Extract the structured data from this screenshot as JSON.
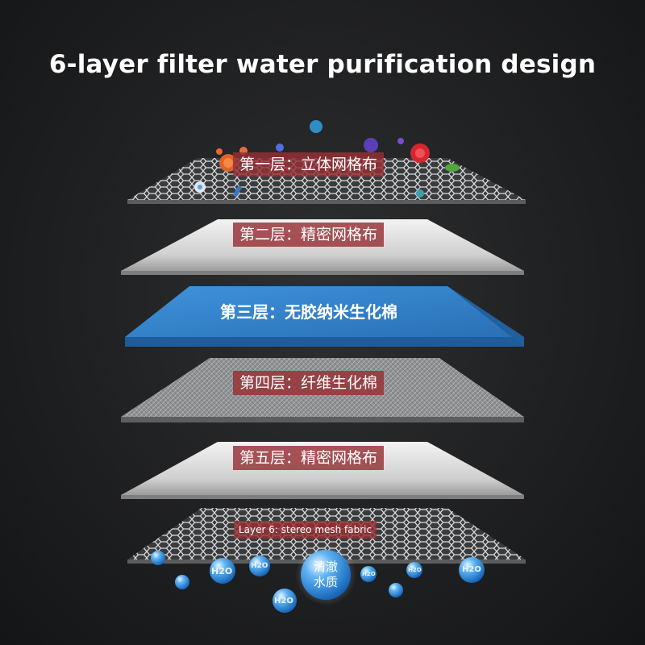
{
  "title": "6-layer filter water purification design",
  "layers": [
    {
      "label": "第一层：立体网格布",
      "material": "stereo-mesh"
    },
    {
      "label": "第二层：精密网格布",
      "material": "white-mesh"
    },
    {
      "label": "第三层：无胶纳米生化棉",
      "material": "blue-foam"
    },
    {
      "label": "第四层：纤维生化棉",
      "material": "fiber"
    },
    {
      "label": "第五层：精密网格布",
      "material": "white-mesh"
    },
    {
      "label": "Layer 6: stereo mesh fabric",
      "material": "stereo-mesh"
    }
  ],
  "bubble_center": "清澈\n水质",
  "h2o_text": "H2O",
  "colors": {
    "background": "#1f2022",
    "label_bg": "#963034",
    "foam_blue": "#2f7fc8",
    "mesh_gray": "#8a8c8e",
    "water_blue": "#2a8be0"
  }
}
